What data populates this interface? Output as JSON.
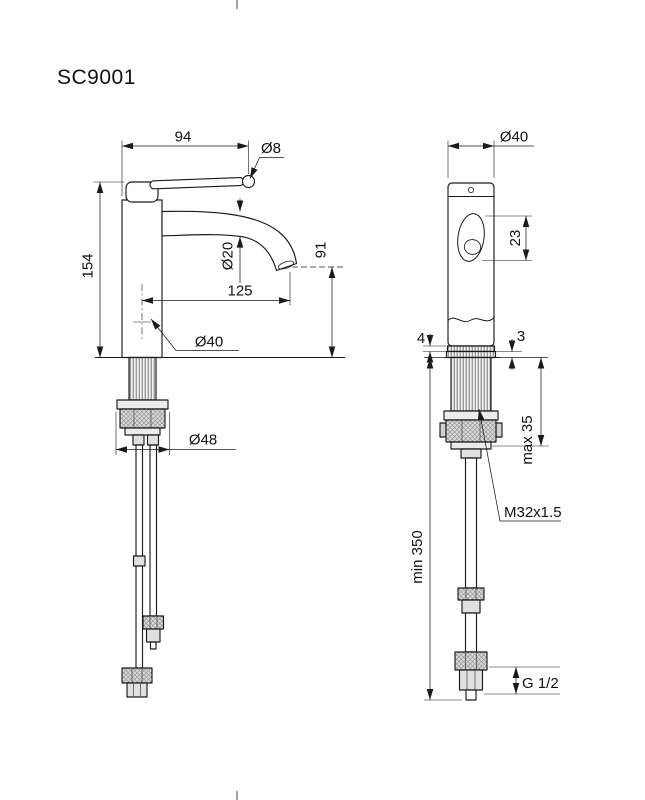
{
  "title": "SC9001",
  "side_view": {
    "dim_top_width": "94",
    "dim_handle_dia": "Ø8",
    "dim_total_height": "154",
    "dim_spout_dia": "Ø20",
    "dim_spout_reach": "125",
    "dim_spout_height": "91",
    "dim_body_dia": "Ø40",
    "dim_base_washer_dia": "Ø48"
  },
  "front_view": {
    "dim_body_dia": "Ø40",
    "dim_outlet_window": "23",
    "dim_trim_upper": "4",
    "dim_trim_lower": "3",
    "dim_max_deck_thickness": "max 35",
    "dim_min_hose_length": "min 350",
    "dim_mounting_thread": "M32x1.5",
    "dim_connection_thread": "G 1/2"
  }
}
